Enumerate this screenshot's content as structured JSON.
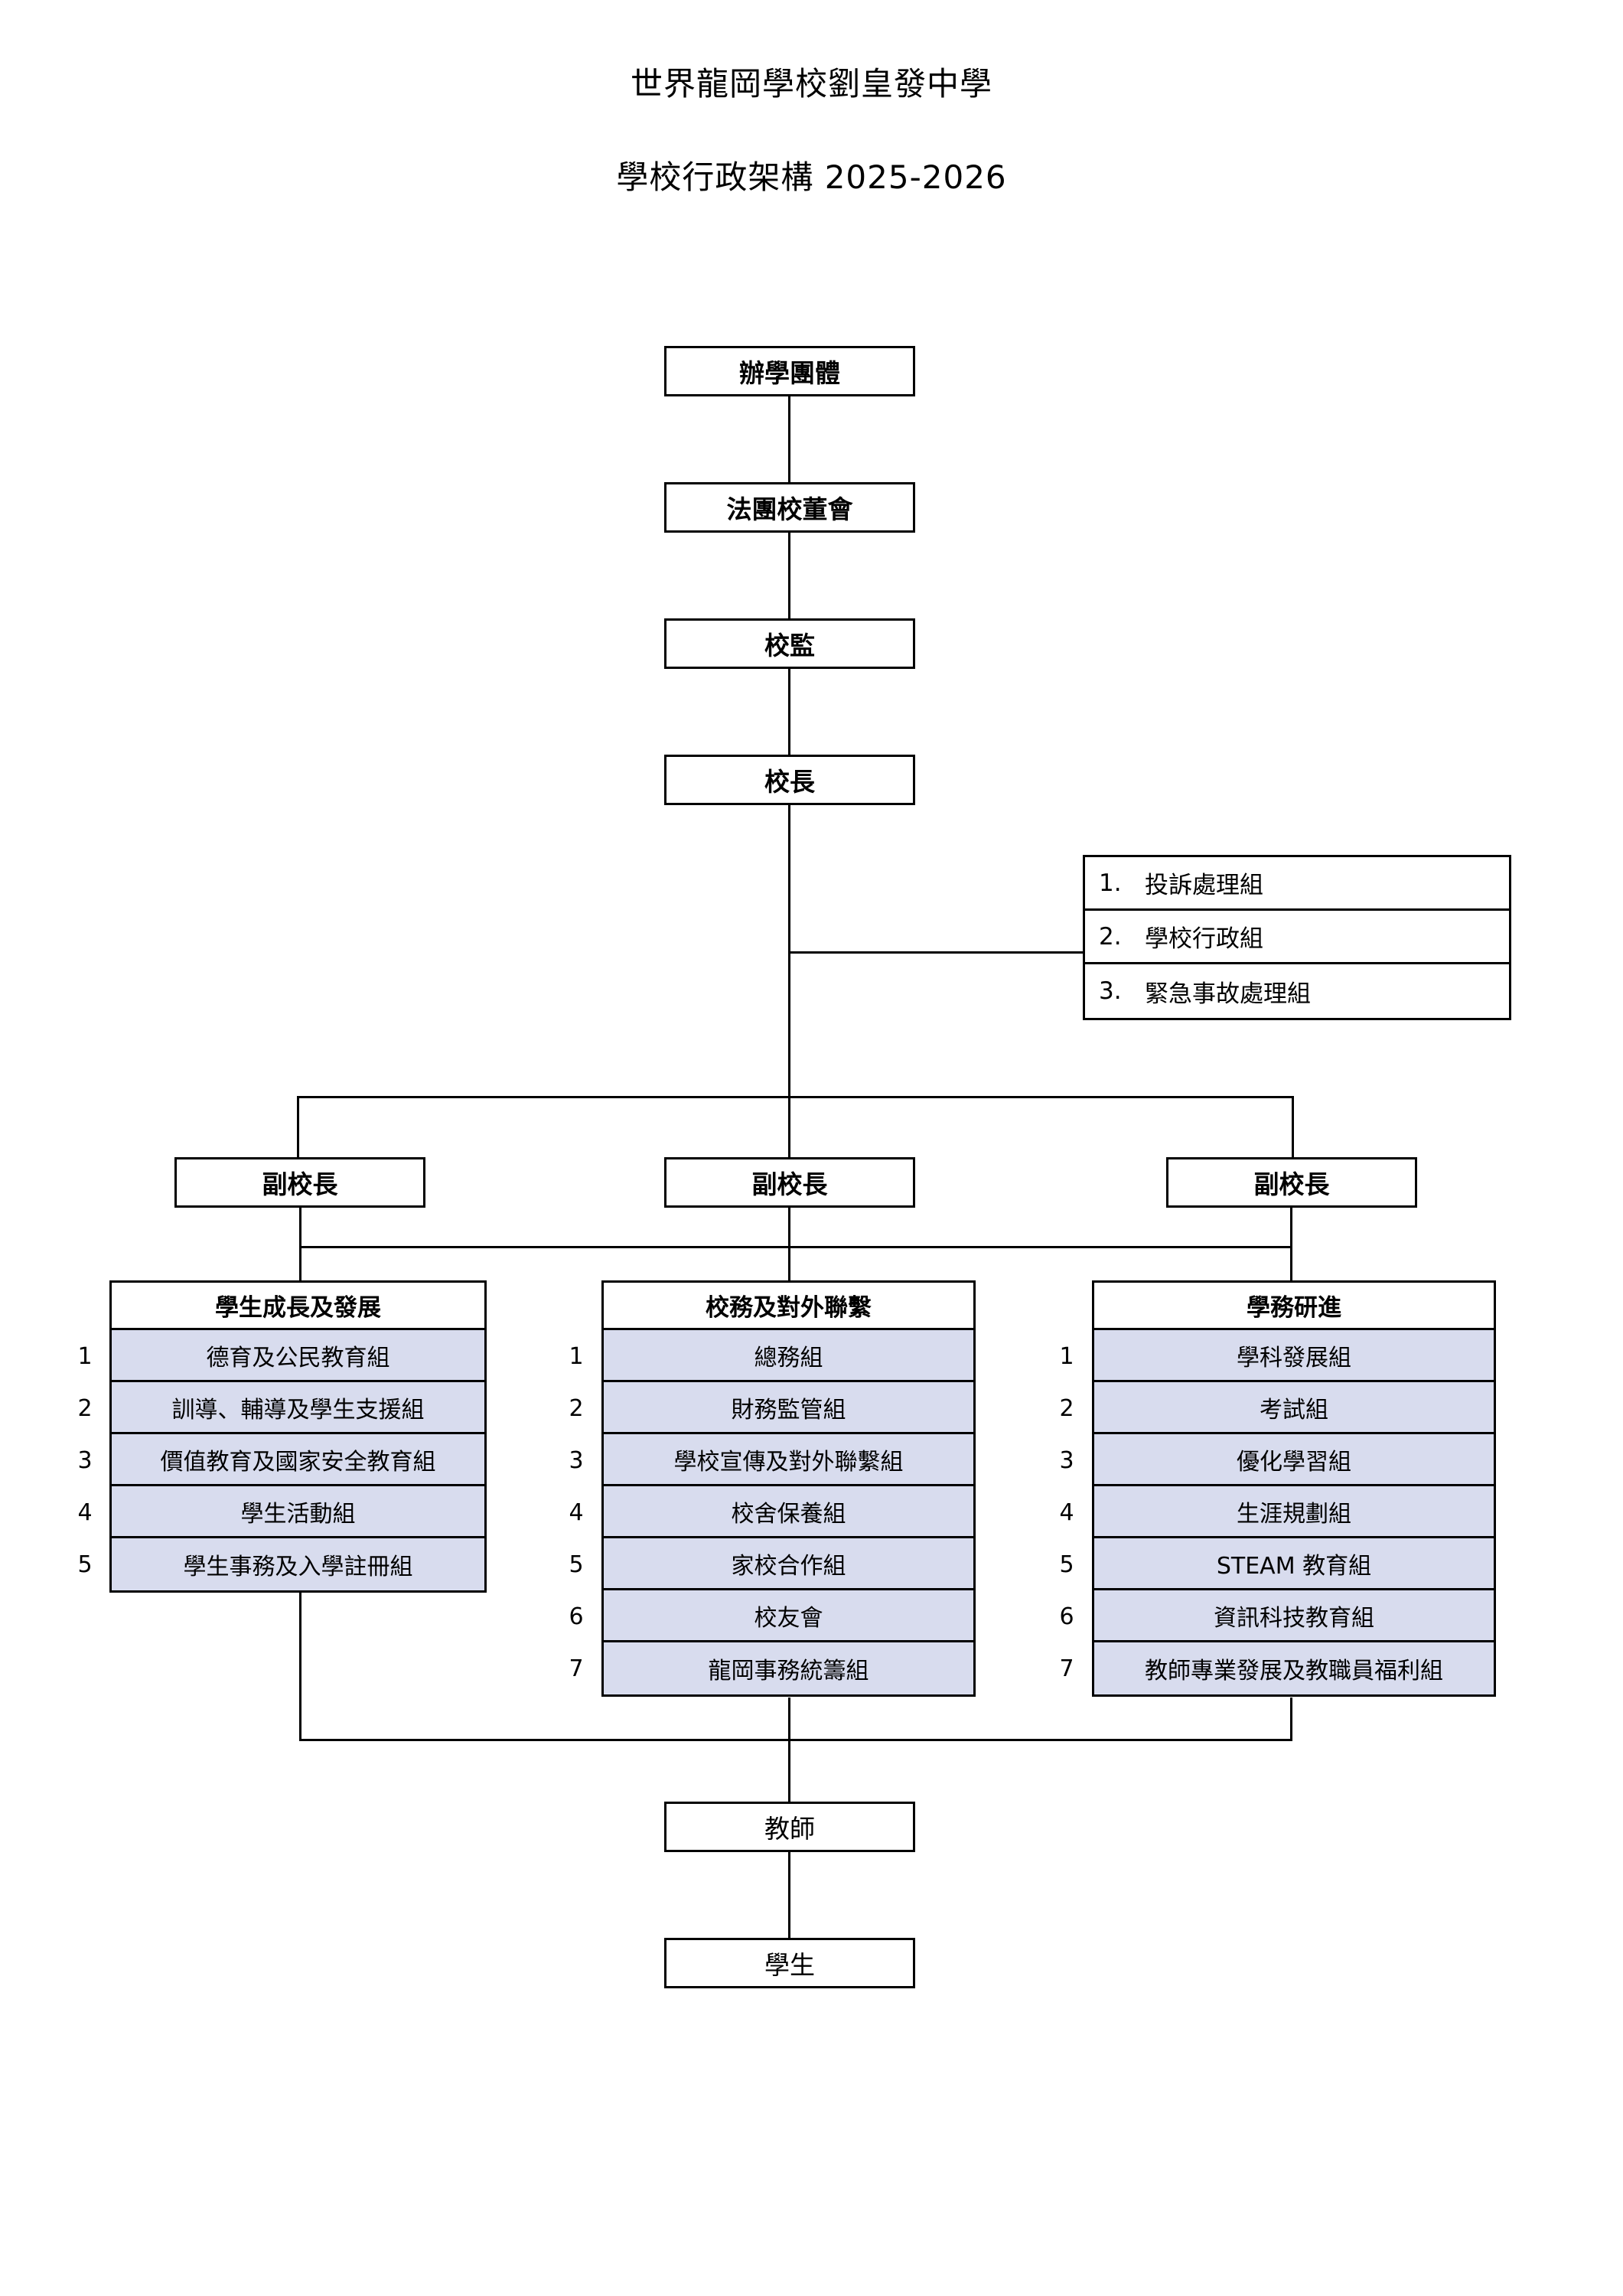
{
  "title": {
    "line1": "世界龍岡學校劉皇發中學",
    "line2": "學校行政架構 2025-2026"
  },
  "chain": {
    "sponsoring_body": "辦學團體",
    "imc": "法團校董會",
    "supervisor": "校監",
    "principal": "校長",
    "vice_principal_1": "副校長",
    "vice_principal_2": "副校長",
    "vice_principal_3": "副校長",
    "teachers": "教師",
    "students": "學生"
  },
  "side_table": {
    "rows": [
      {
        "num": "1.",
        "label": "投訴處理組"
      },
      {
        "num": "2.",
        "label": "學校行政組"
      },
      {
        "num": "3.",
        "label": "緊急事故處理組"
      }
    ]
  },
  "departments": [
    {
      "header": "學生成長及發展",
      "rows": [
        {
          "num": "1",
          "label": "德育及公民教育組"
        },
        {
          "num": "2",
          "label": "訓導、輔導及學生支援組"
        },
        {
          "num": "3",
          "label": "價值教育及國家安全教育組"
        },
        {
          "num": "4",
          "label": "學生活動組"
        },
        {
          "num": "5",
          "label": "學生事務及入學註冊組"
        }
      ]
    },
    {
      "header": "校務及對外聯繫",
      "rows": [
        {
          "num": "1",
          "label": "總務組"
        },
        {
          "num": "2",
          "label": "財務監管組"
        },
        {
          "num": "3",
          "label": "學校宣傳及對外聯繫組"
        },
        {
          "num": "4",
          "label": "校舍保養組"
        },
        {
          "num": "5",
          "label": "家校合作組"
        },
        {
          "num": "6",
          "label": "校友會"
        },
        {
          "num": "7",
          "label": "龍岡事務統籌組"
        }
      ]
    },
    {
      "header": "學務研進",
      "rows": [
        {
          "num": "1",
          "label": "學科發展組"
        },
        {
          "num": "2",
          "label": "考試組"
        },
        {
          "num": "3",
          "label": "優化學習組"
        },
        {
          "num": "4",
          "label": "生涯規劃組"
        },
        {
          "num": "5",
          "label": "STEAM 教育組"
        },
        {
          "num": "6",
          "label": "資訊科技教育組"
        },
        {
          "num": "7",
          "label": "教師專業發展及教職員福利組"
        }
      ]
    }
  ],
  "colors": {
    "row_fill": "#d8dcee",
    "line": "#000000",
    "background": "#ffffff"
  }
}
